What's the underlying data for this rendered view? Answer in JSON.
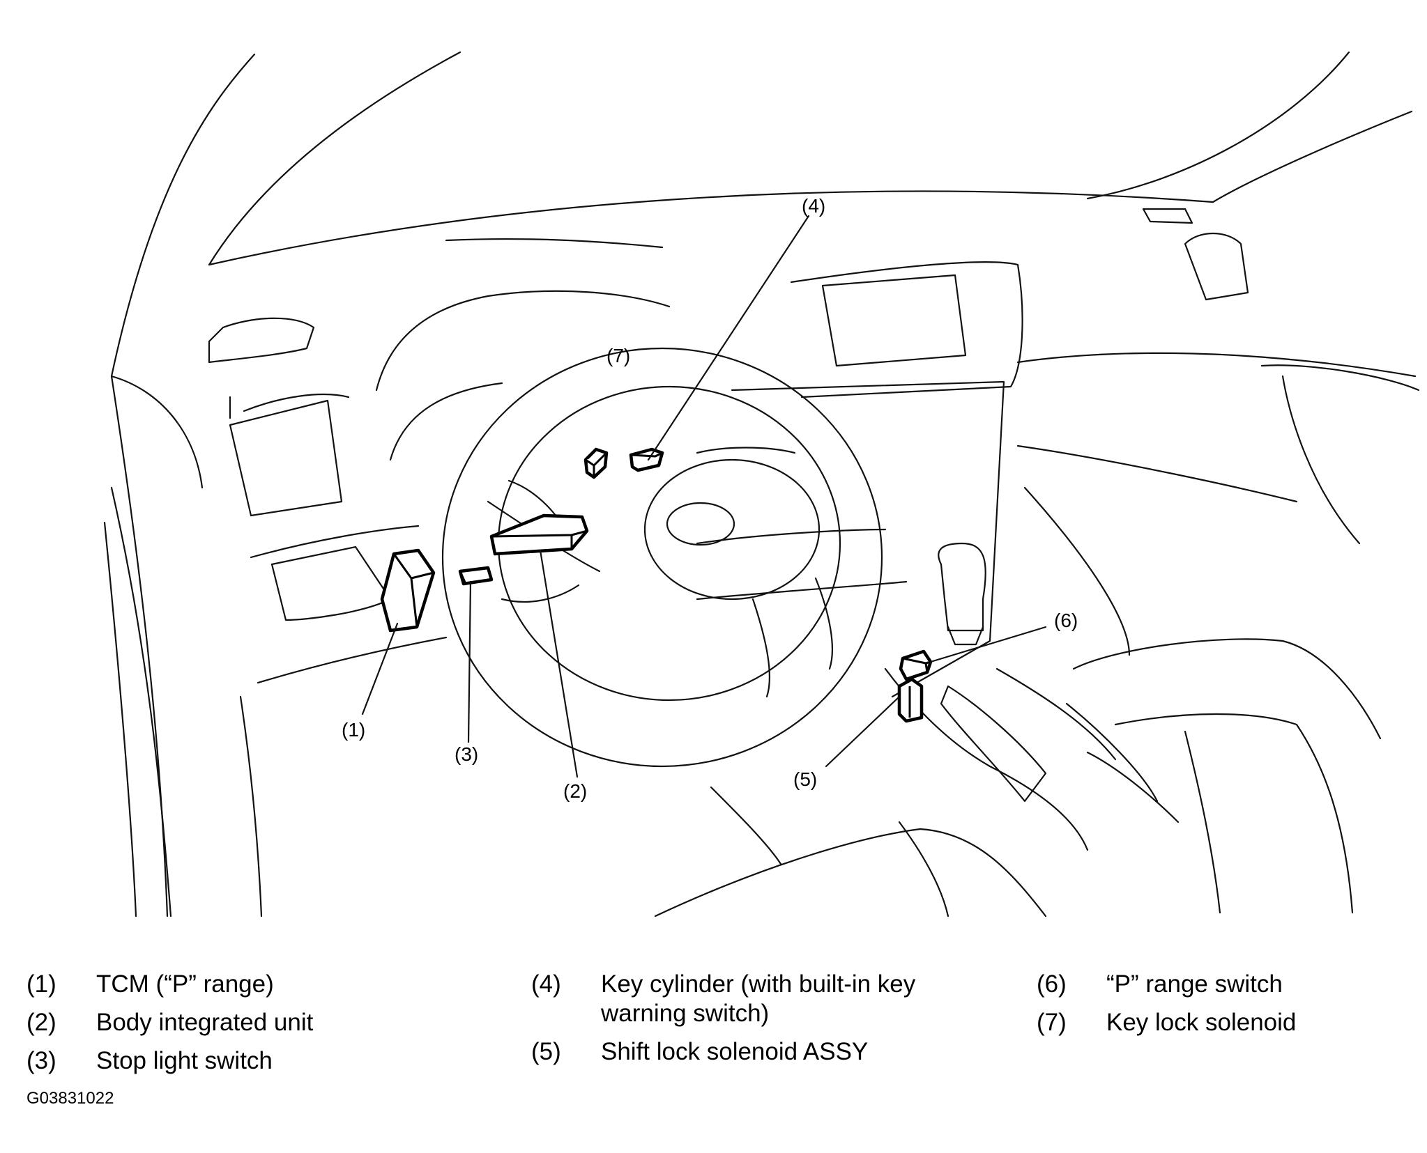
{
  "callouts": [
    "(1)",
    "(2)",
    "(3)",
    "(4)",
    "(5)",
    "(6)",
    "(7)"
  ],
  "legend": [
    {
      "num": "(1)",
      "text": "TCM (“P” range)"
    },
    {
      "num": "(2)",
      "text": "Body integrated unit"
    },
    {
      "num": "(3)",
      "text": "Stop light switch"
    },
    {
      "num": "(4)",
      "text": "Key cylinder (with built-in key warning switch)"
    },
    {
      "num": "(5)",
      "text": "Shift lock solenoid ASSY"
    },
    {
      "num": "(6)",
      "text": "“P” range switch"
    },
    {
      "num": "(7)",
      "text": "Key lock solenoid"
    }
  ],
  "figure_id": "G03831022"
}
